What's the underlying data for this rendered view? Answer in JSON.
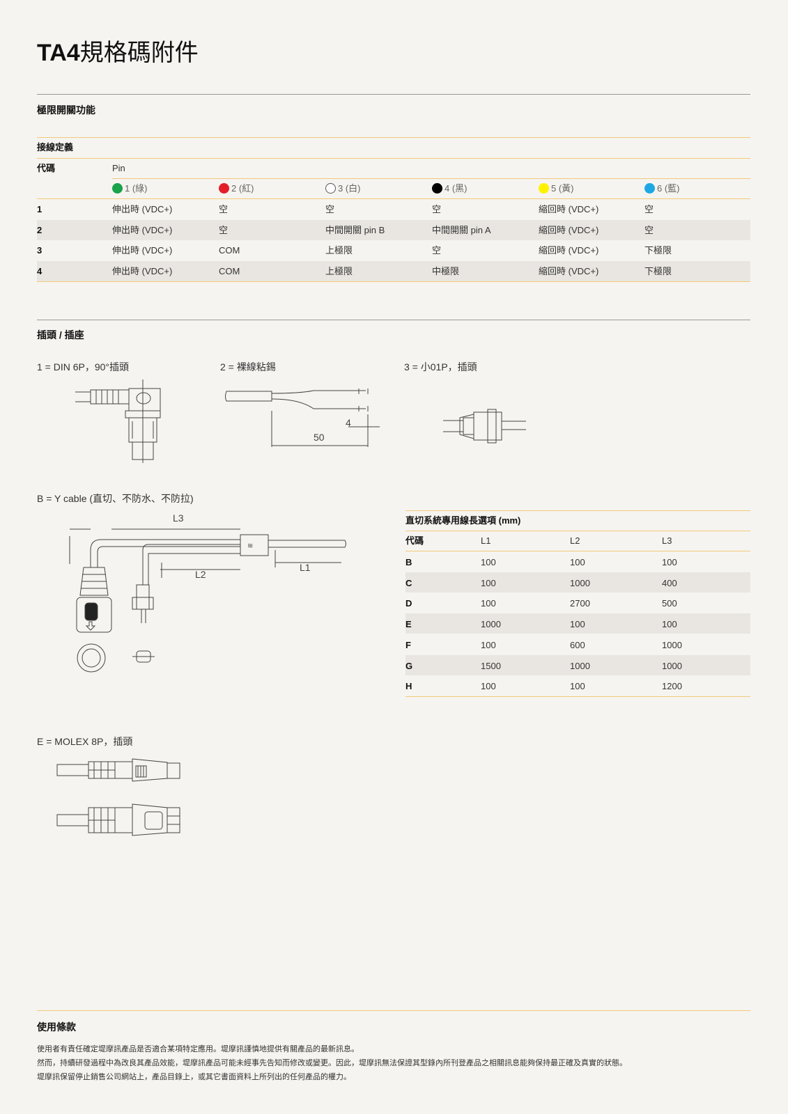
{
  "title": {
    "bold": "TA4",
    "rest": "規格碼附件"
  },
  "section1": "極限開關功能",
  "wiring": {
    "heading": "接線定義",
    "code_label": "代碼",
    "pin_label": "Pin",
    "pins": [
      {
        "label": "1 (綠)",
        "color": "#1aa34a"
      },
      {
        "label": "2 (紅)",
        "color": "#e3202a"
      },
      {
        "label": "3 (白)",
        "color": "#ffffff"
      },
      {
        "label": "4 (黑)",
        "color": "#000000"
      },
      {
        "label": "5 (黃)",
        "color": "#fff200"
      },
      {
        "label": "6 (藍)",
        "color": "#1ea7e4"
      }
    ],
    "rows": [
      {
        "code": "1",
        "cells": [
          "伸出時 (VDC+)",
          "空",
          "空",
          "空",
          "縮回時 (VDC+)",
          "空"
        ]
      },
      {
        "code": "2",
        "cells": [
          "伸出時 (VDC+)",
          "空",
          "中間開關 pin B",
          "中間開關 pin A",
          "縮回時 (VDC+)",
          "空"
        ]
      },
      {
        "code": "3",
        "cells": [
          "伸出時 (VDC+)",
          "COM",
          "上極限",
          "空",
          "縮回時 (VDC+)",
          "下極限"
        ]
      },
      {
        "code": "4",
        "cells": [
          "伸出時 (VDC+)",
          "COM",
          "上極限",
          "中極限",
          "縮回時 (VDC+)",
          "下極限"
        ]
      }
    ]
  },
  "section2": "插頭 / 插座",
  "connectors": {
    "c1": "1 = DIN 6P，90°插頭",
    "c2": "2 = 裸線粘錫",
    "c2_dim_a": "4",
    "c2_dim_b": "50",
    "c3": "3 = 小01P，插頭",
    "cB": "B = Y cable (直切、不防水、不防拉)",
    "cB_L1": "L1",
    "cB_L2": "L2",
    "cB_L3": "L3",
    "cE": "E = MOLEX 8P，插頭"
  },
  "lengths": {
    "heading": "直切系統專用線長選項 (mm)",
    "headers": [
      "代碼",
      "L1",
      "L2",
      "L3"
    ],
    "rows": [
      [
        "B",
        "100",
        "100",
        "100"
      ],
      [
        "C",
        "100",
        "1000",
        "400"
      ],
      [
        "D",
        "100",
        "2700",
        "500"
      ],
      [
        "E",
        "1000",
        "100",
        "100"
      ],
      [
        "F",
        "100",
        "600",
        "1000"
      ],
      [
        "G",
        "1500",
        "1000",
        "1000"
      ],
      [
        "H",
        "100",
        "100",
        "1200"
      ]
    ]
  },
  "terms": {
    "heading": "使用條款",
    "lines": [
      "使用者有責任確定堤摩訊產品是否適合某項特定應用。堤摩訊謹慎地提供有關產品的最新訊息。",
      "然而，持續研發過程中為改良其產品效能，堤摩訊產品可能未經事先告知而修改或變更。因此，堤摩訊無法保證其型錄內所刊登產品之相關訊息能夠保持最正確及真實的狀態。",
      "堤摩訊保留停止銷售公司網站上，產品目錄上，或其它書面資料上所列出的任何產品的權力。"
    ]
  }
}
